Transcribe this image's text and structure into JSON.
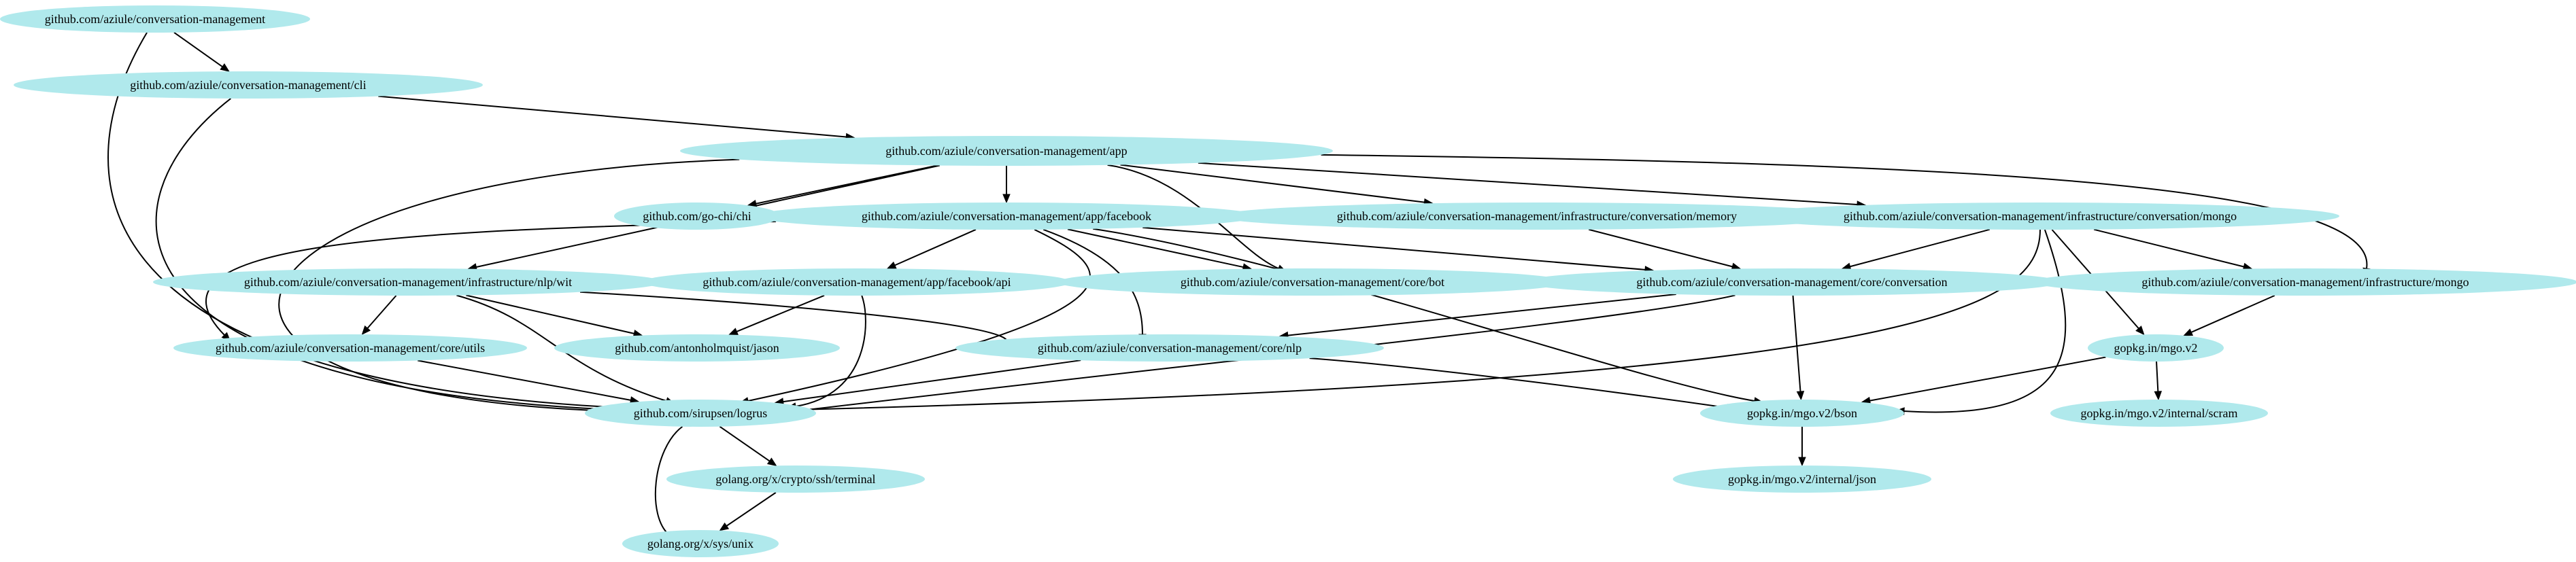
{
  "graph": {
    "nodes": {
      "cm": "github.com/aziule/conversation-management",
      "cli": "github.com/aziule/conversation-management/cli",
      "app": "github.com/aziule/conversation-management/app",
      "chi": "github.com/go-chi/chi",
      "fb": "github.com/aziule/conversation-management/app/facebook",
      "mem": "github.com/aziule/conversation-management/infrastructure/conversation/memory",
      "icmongo": "github.com/aziule/conversation-management/infrastructure/conversation/mongo",
      "wit": "github.com/aziule/conversation-management/infrastructure/nlp/wit",
      "fbapi": "github.com/aziule/conversation-management/app/facebook/api",
      "bot": "github.com/aziule/conversation-management/core/bot",
      "conv": "github.com/aziule/conversation-management/core/conversation",
      "imongo": "github.com/aziule/conversation-management/infrastructure/mongo",
      "utils": "github.com/aziule/conversation-management/core/utils",
      "jason": "github.com/antonholmquist/jason",
      "nlp": "github.com/aziule/conversation-management/core/nlp",
      "mgo": "gopkg.in/mgo.v2",
      "logrus": "github.com/sirupsen/logrus",
      "bson": "gopkg.in/mgo.v2/bson",
      "scram": "gopkg.in/mgo.v2/internal/scram",
      "terminal": "golang.org/x/crypto/ssh/terminal",
      "ijson": "gopkg.in/mgo.v2/internal/json",
      "unix": "golang.org/x/sys/unix"
    },
    "edges": [
      [
        "cm",
        "cli"
      ],
      [
        "cm",
        "logrus"
      ],
      [
        "cli",
        "app"
      ],
      [
        "cli",
        "logrus"
      ],
      [
        "app",
        "chi"
      ],
      [
        "app",
        "fb"
      ],
      [
        "app",
        "mem"
      ],
      [
        "app",
        "icmongo"
      ],
      [
        "app",
        "wit"
      ],
      [
        "app",
        "bot"
      ],
      [
        "app",
        "imongo"
      ],
      [
        "app",
        "logrus"
      ],
      [
        "fb",
        "fbapi"
      ],
      [
        "fb",
        "bot"
      ],
      [
        "fb",
        "conv"
      ],
      [
        "fb",
        "utils"
      ],
      [
        "fb",
        "nlp"
      ],
      [
        "fb",
        "logrus"
      ],
      [
        "fb",
        "bson"
      ],
      [
        "mem",
        "conv"
      ],
      [
        "icmongo",
        "conv"
      ],
      [
        "icmongo",
        "imongo"
      ],
      [
        "icmongo",
        "mgo"
      ],
      [
        "icmongo",
        "bson"
      ],
      [
        "icmongo",
        "logrus"
      ],
      [
        "wit",
        "utils"
      ],
      [
        "wit",
        "jason"
      ],
      [
        "wit",
        "nlp"
      ],
      [
        "wit",
        "logrus"
      ],
      [
        "fbapi",
        "jason"
      ],
      [
        "fbapi",
        "logrus"
      ],
      [
        "conv",
        "nlp"
      ],
      [
        "conv",
        "bson"
      ],
      [
        "conv",
        "logrus"
      ],
      [
        "imongo",
        "mgo"
      ],
      [
        "utils",
        "logrus"
      ],
      [
        "nlp",
        "logrus"
      ],
      [
        "nlp",
        "bson"
      ],
      [
        "mgo",
        "bson"
      ],
      [
        "mgo",
        "scram"
      ],
      [
        "logrus",
        "terminal"
      ],
      [
        "logrus",
        "unix"
      ],
      [
        "bson",
        "ijson"
      ],
      [
        "terminal",
        "unix"
      ]
    ]
  }
}
